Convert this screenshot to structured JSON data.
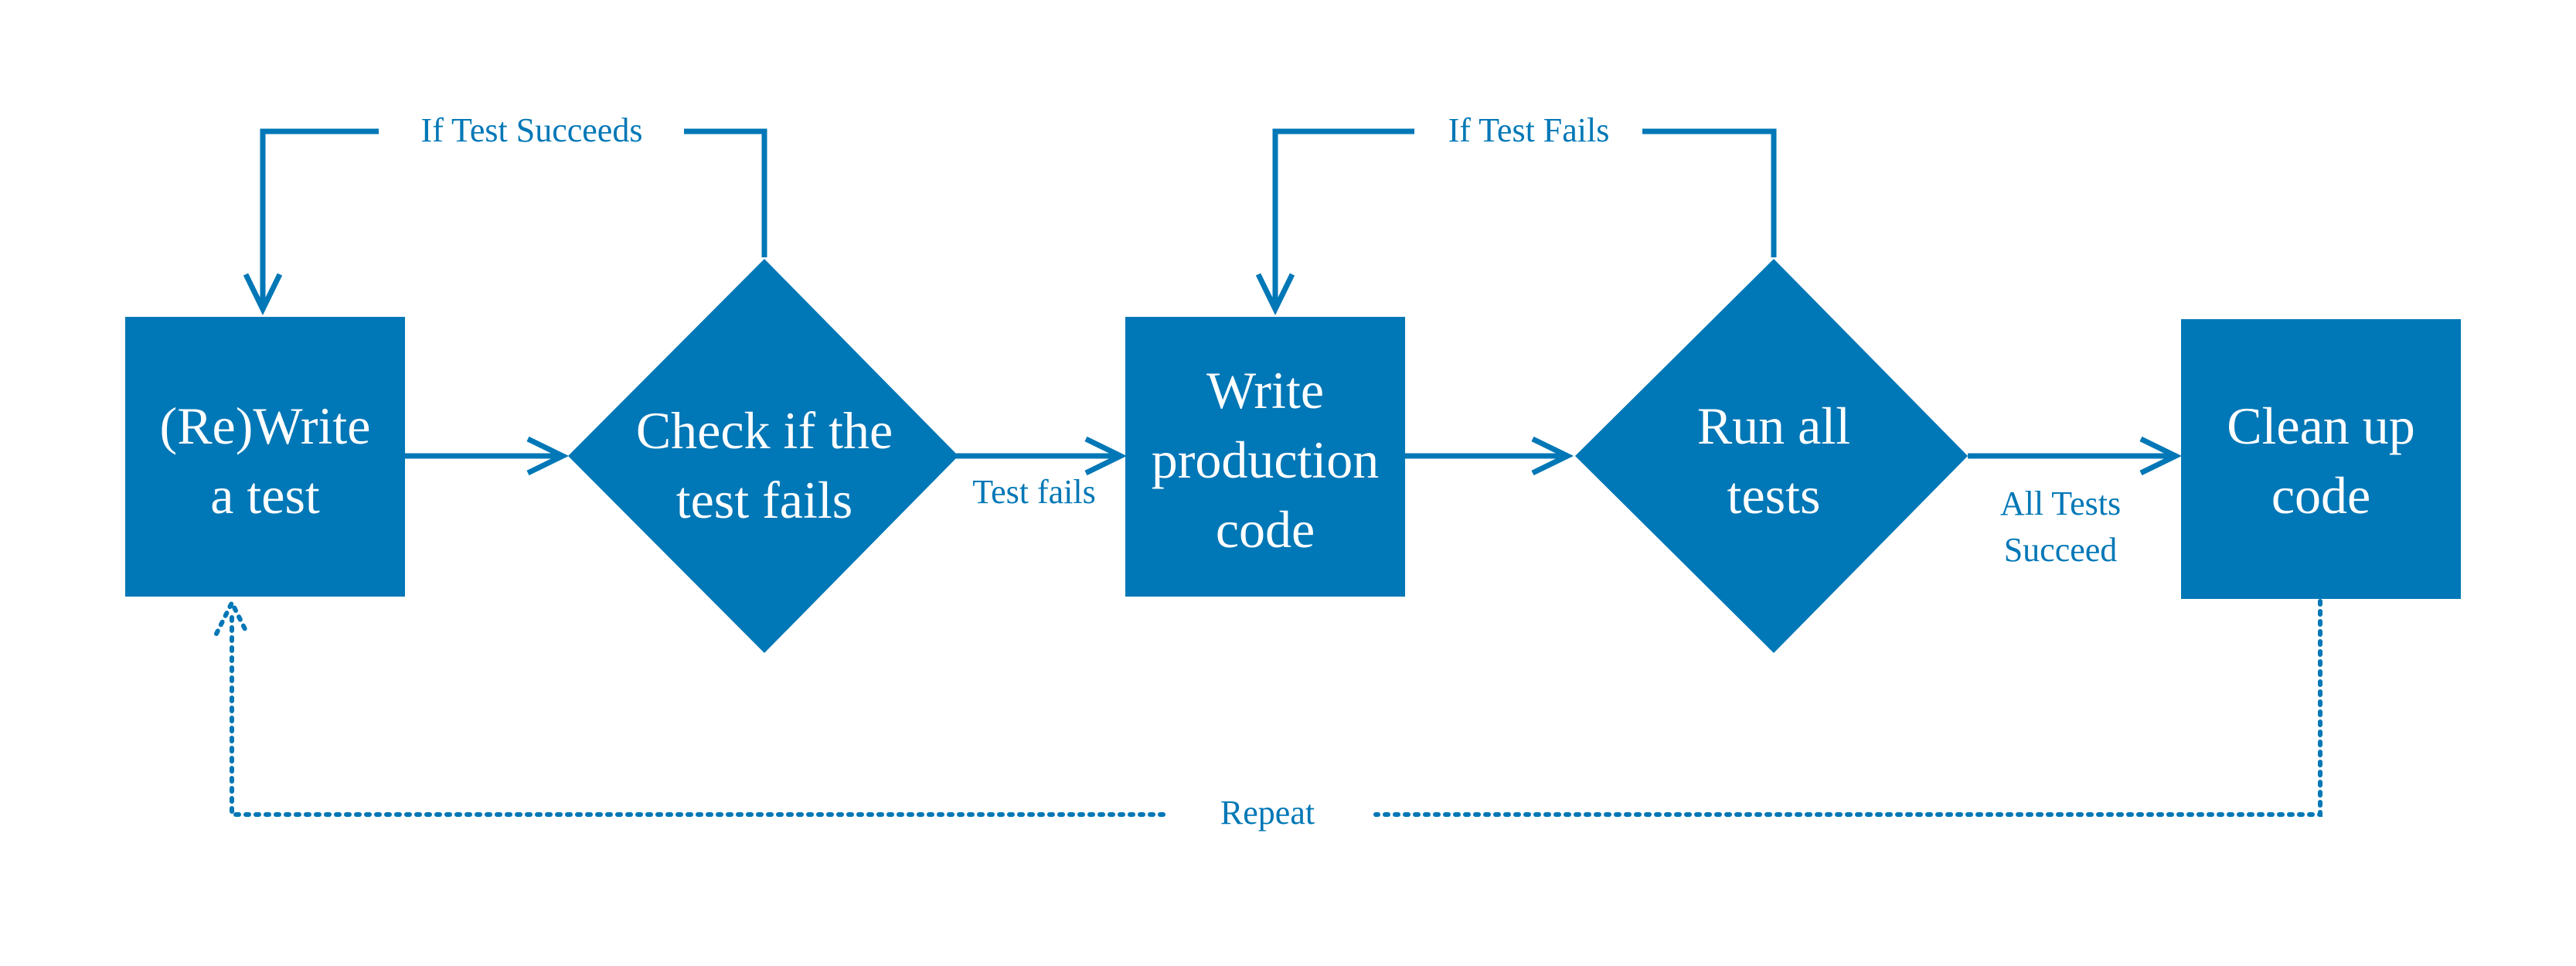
{
  "colors": {
    "primary": "#0077b6",
    "background": "#ffffff",
    "node_text": "#ffffff"
  },
  "nodes": {
    "rewrite_test": {
      "line1": "(Re)Write",
      "line2": "a test"
    },
    "check_fails": {
      "line1": "Check if the",
      "line2": "test fails"
    },
    "write_code": {
      "line1": "Write",
      "line2": "production",
      "line3": "code"
    },
    "run_tests": {
      "line1": "Run all",
      "line2": "tests"
    },
    "clean_up": {
      "line1": "Clean up",
      "line2": "code"
    }
  },
  "edges": {
    "if_test_succeeds": "If Test Succeeds",
    "test_fails": "Test fails",
    "if_test_fails": "If Test Fails",
    "all_tests_succeed_1": "All Tests",
    "all_tests_succeed_2": "Succeed",
    "repeat": "Repeat"
  }
}
